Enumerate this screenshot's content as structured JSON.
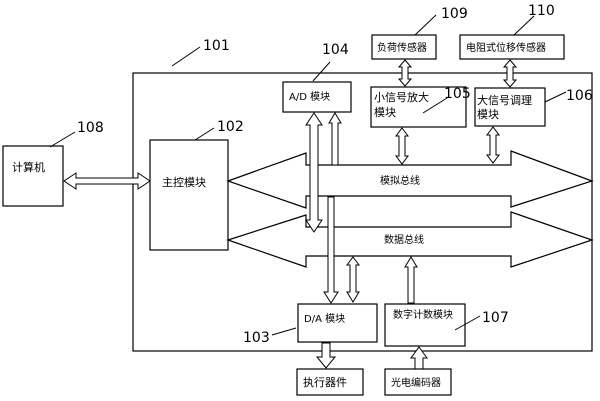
{
  "computer": {
    "label": "计算机",
    "ref": "108"
  },
  "main_frame": {
    "ref": "101"
  },
  "master": {
    "label": "主控模块",
    "ref": "102"
  },
  "ad": {
    "label": "A/D 模块",
    "ref": "104"
  },
  "small_amp": {
    "label_line1": "小信号放大",
    "label_line2": "模块",
    "ref": "105"
  },
  "large_cond": {
    "label_line1": "大信号调理",
    "label_line2": "模块",
    "ref": "106"
  },
  "load_sensor": {
    "label": "负荷传感器",
    "ref": "109"
  },
  "resist_sensor": {
    "label": "电阻式位移传感器",
    "ref": "110"
  },
  "analog_bus": {
    "label": "模拟总线"
  },
  "data_bus": {
    "label": "数据总线"
  },
  "da": {
    "label": "D/A 模块",
    "ref": "103"
  },
  "counter": {
    "label": "数字计数模块",
    "ref": "107"
  },
  "actuator": {
    "label": "执行器件"
  },
  "encoder": {
    "label": "光电编码器"
  }
}
